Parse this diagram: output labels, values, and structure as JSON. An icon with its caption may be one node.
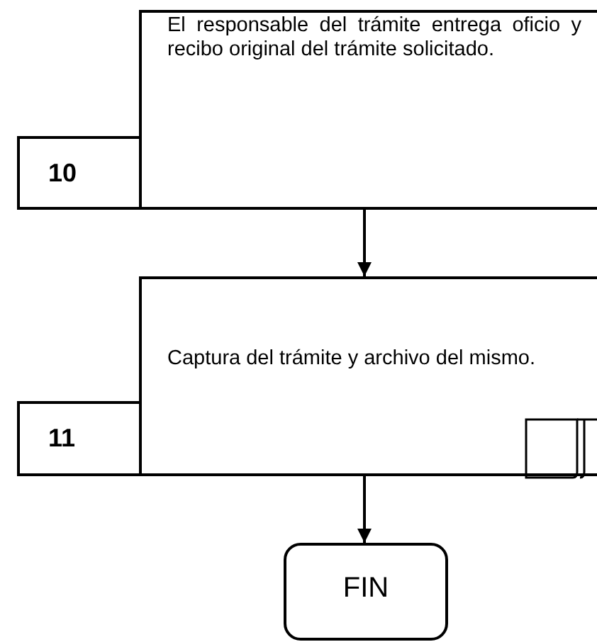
{
  "diagram": {
    "nodes": [
      {
        "text": [
          "El responsable del trámite entrega oficio y recibo original del trámite solicitado."
        ]
      },
      {
        "text": [
          "10"
        ]
      },
      {
        "text": [
          "Captura del trámite y archivo del mismo."
        ]
      },
      {
        "text": [
          "11"
        ]
      },
      {
        "text": [
          "FIN"
        ]
      }
    ],
    "edges": [
      {
        "from": 0,
        "to": 2,
        "arrow": "to"
      },
      {
        "from": 2,
        "to": 4,
        "arrow": "to"
      }
    ]
  }
}
